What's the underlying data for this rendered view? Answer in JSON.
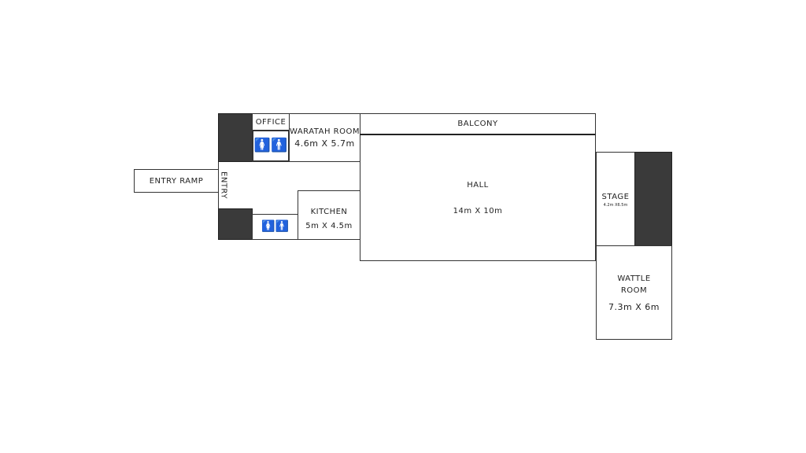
{
  "rooms": {
    "entry_ramp": "ENTRY RAMP",
    "entry": "ENTRY",
    "office": "OFFICE",
    "waratah": {
      "name": "WARATAH ROOM",
      "size": "4.6m X 5.7m"
    },
    "kitchen": {
      "name": "KITCHEN",
      "size": "5m X 4.5m"
    },
    "balcony": "BALCONY",
    "hall": {
      "name": "HALL",
      "size": "14m X 10m"
    },
    "stage": {
      "name": "STAGE",
      "size": "4.2m X6.5m"
    },
    "wattle": {
      "name1": "WATTLE",
      "name2": "ROOM",
      "size": "7.3m X 6m"
    }
  },
  "icons": {
    "toilet": "🚺🚹"
  }
}
